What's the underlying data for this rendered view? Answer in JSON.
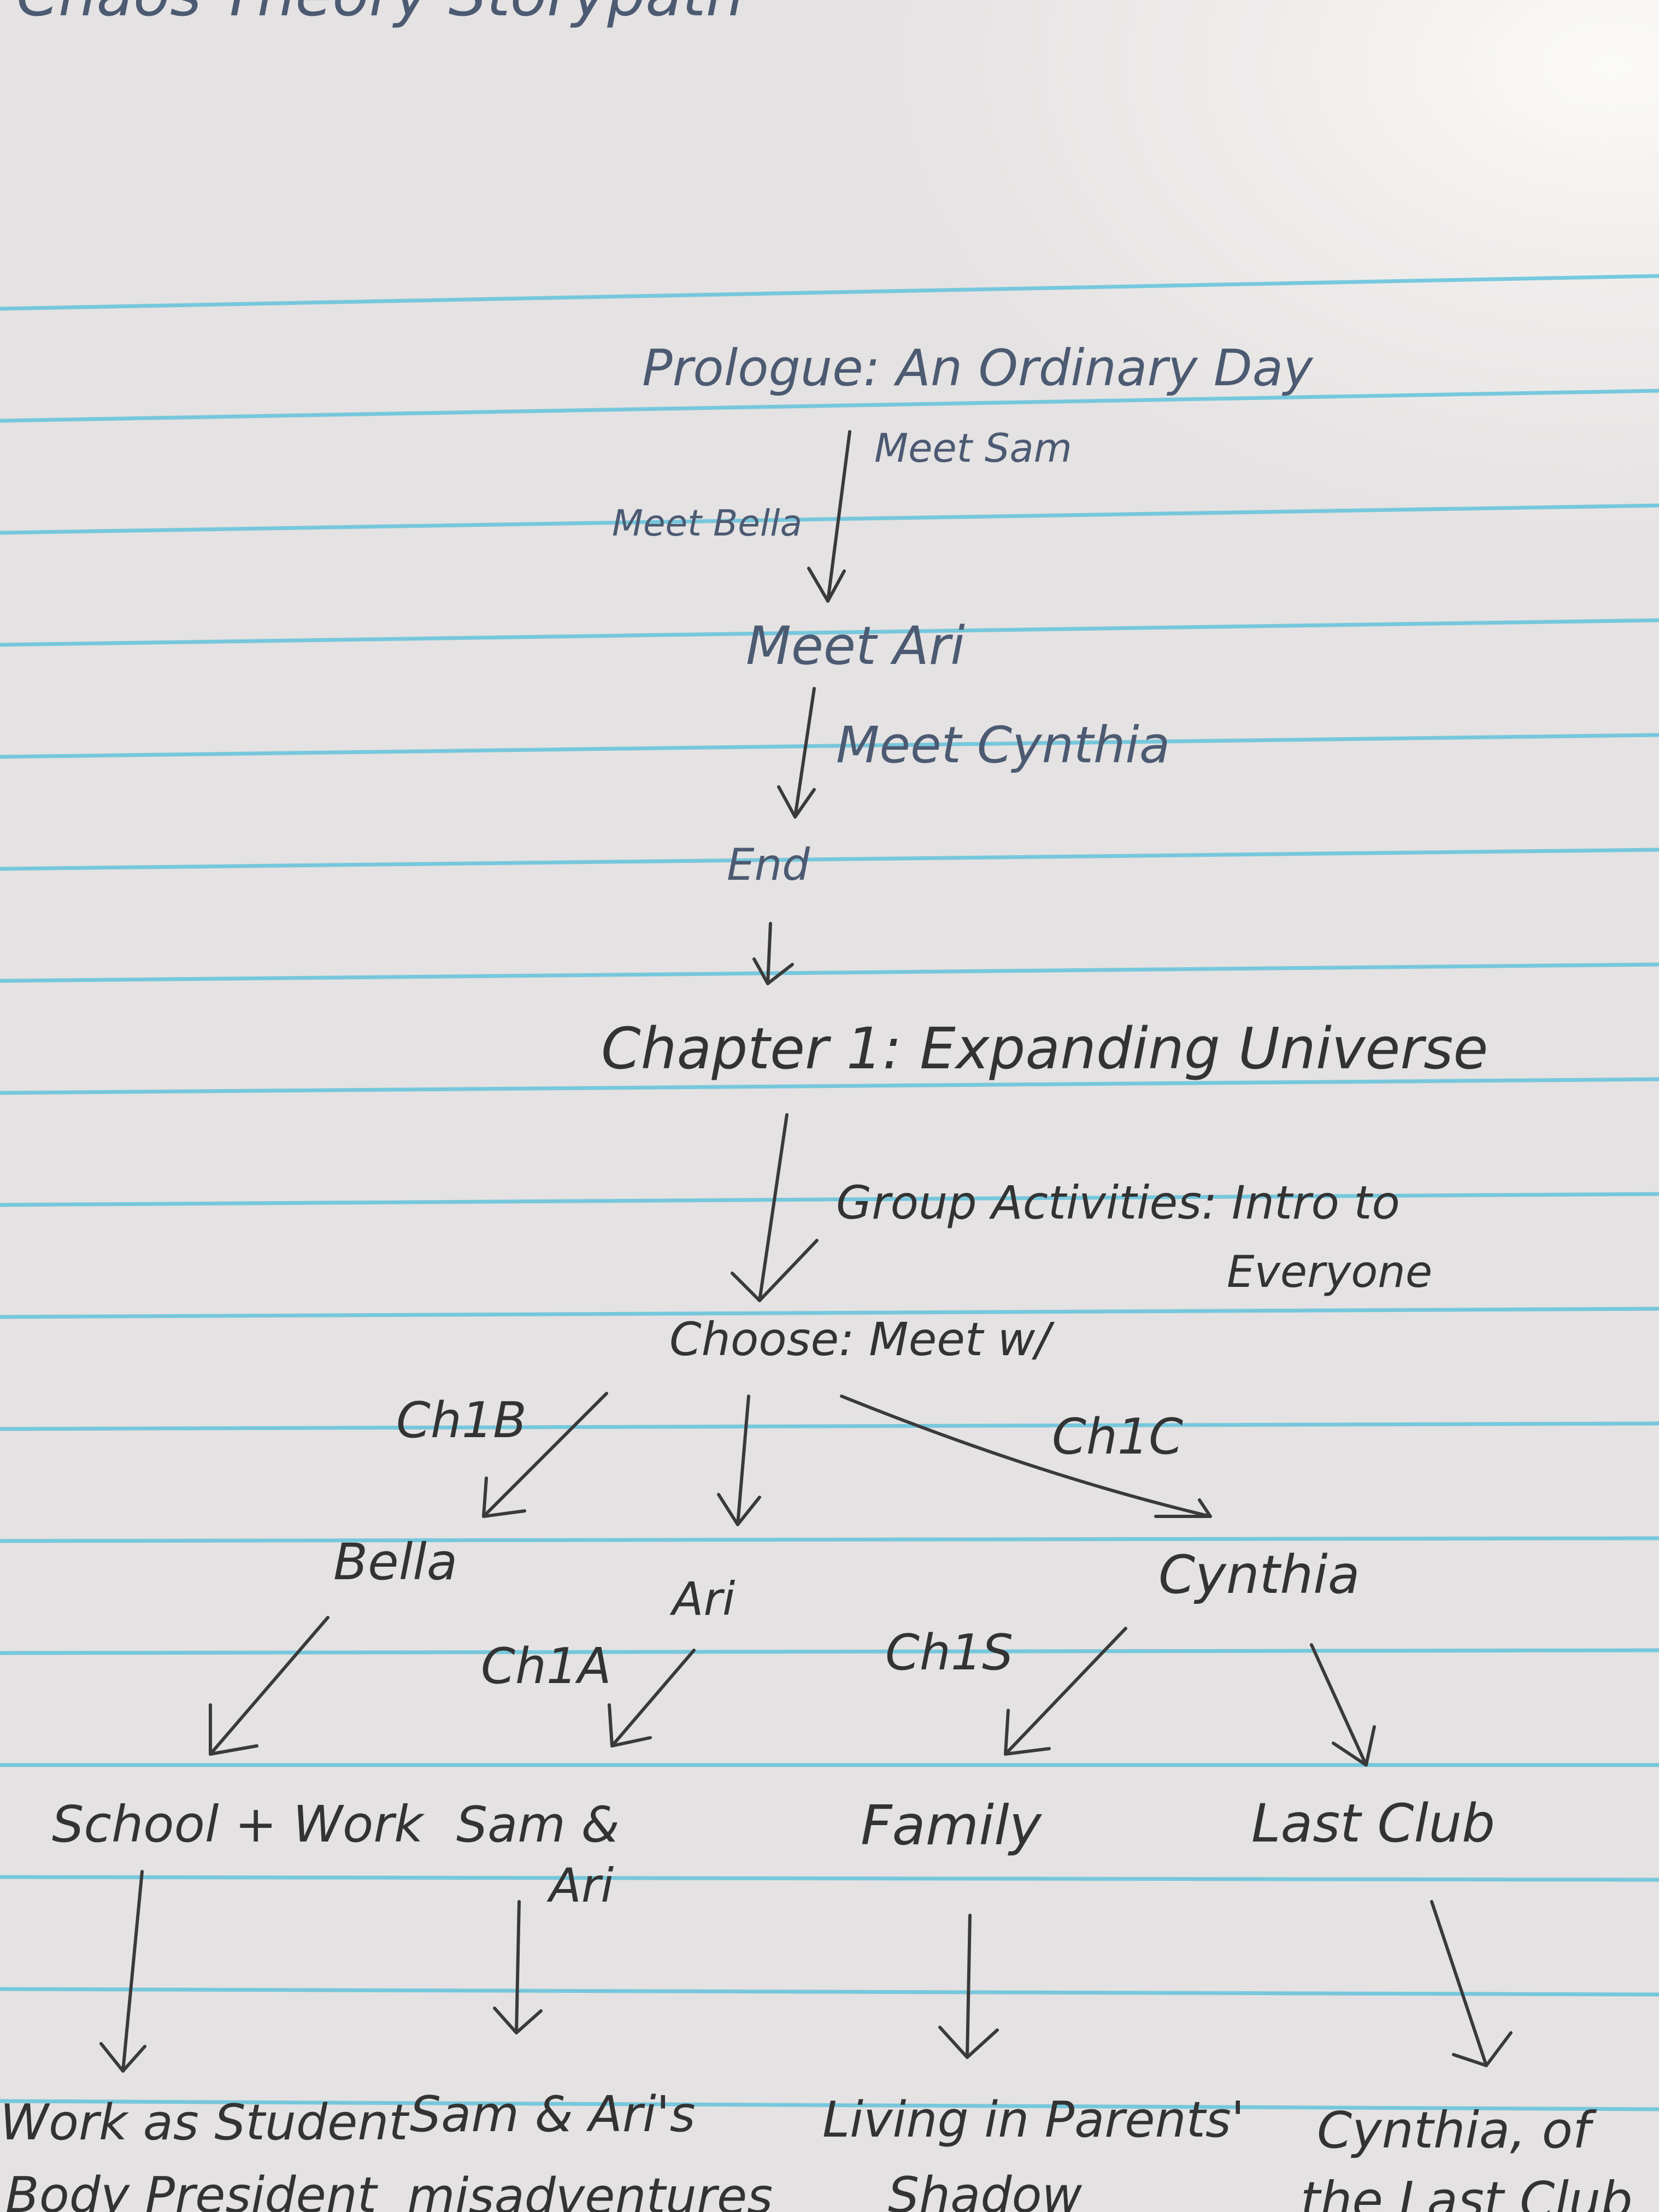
{
  "page": {
    "title": "Chaos Theory Storypath"
  },
  "nodes": {
    "prologue": "Prologue: An Ordinary Day",
    "meet_ari": "Meet Ari",
    "end": "End",
    "chapter1": "Chapter 1: Expanding Universe",
    "choose": "Choose: Meet w/",
    "bella": "Bella",
    "ari": "Ari",
    "cynthia": "Cynthia",
    "school_work": "School + Work",
    "sam_ari": "Sam &",
    "sam_ari_2": "Ari",
    "family": "Family",
    "last_club": "Last Club",
    "work_student_1": "Work as Student",
    "work_student_2": "Body President",
    "misadventures_1": "Sam & Ari's",
    "misadventures_2": "misadventures",
    "living_1": "Living in Parents'",
    "living_2": "Shadow",
    "cynthia_of_1": "Cynthia, of",
    "cynthia_of_2": "the Last Club"
  },
  "edges": {
    "meet_sam": "Meet Sam",
    "meet_bella": "Meet Bella",
    "meet_cynthia": "Meet Cynthia",
    "group_1": "Group Activities: Intro to",
    "group_2": "Everyone",
    "ch1b": "Ch1B",
    "ch1c": "Ch1C",
    "ch1a": "Ch1A",
    "ch1s": "Ch1S"
  },
  "colors": {
    "ink": "#333333",
    "pencil": "#4c5a72",
    "rule": "#63c3dc",
    "paper": "#ecebea"
  }
}
